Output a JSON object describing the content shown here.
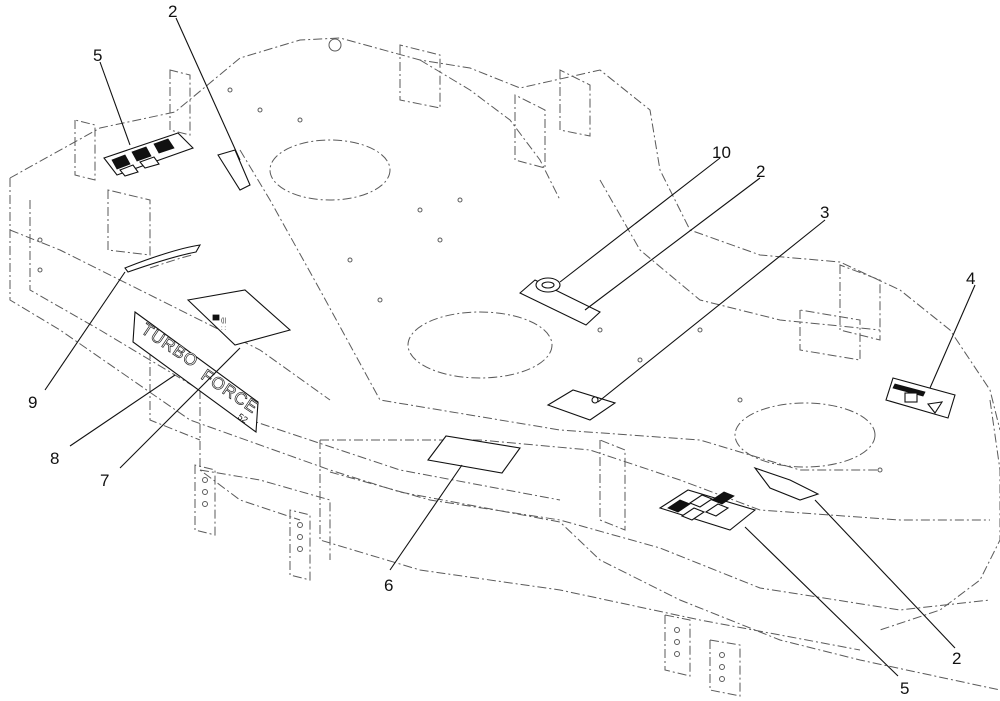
{
  "diagram": {
    "decal_brand": {
      "line1": "TURBO",
      "line2": "FORCE",
      "size": "52"
    },
    "callouts": [
      {
        "id": "c2a",
        "label": "2"
      },
      {
        "id": "c5a",
        "label": "5"
      },
      {
        "id": "c10",
        "label": "10"
      },
      {
        "id": "c2b",
        "label": "2"
      },
      {
        "id": "c3",
        "label": "3"
      },
      {
        "id": "c4",
        "label": "4"
      },
      {
        "id": "c9",
        "label": "9"
      },
      {
        "id": "c8",
        "label": "8"
      },
      {
        "id": "c7",
        "label": "7"
      },
      {
        "id": "c6",
        "label": "6"
      },
      {
        "id": "c2c",
        "label": "2"
      },
      {
        "id": "c5b",
        "label": "5"
      }
    ]
  }
}
